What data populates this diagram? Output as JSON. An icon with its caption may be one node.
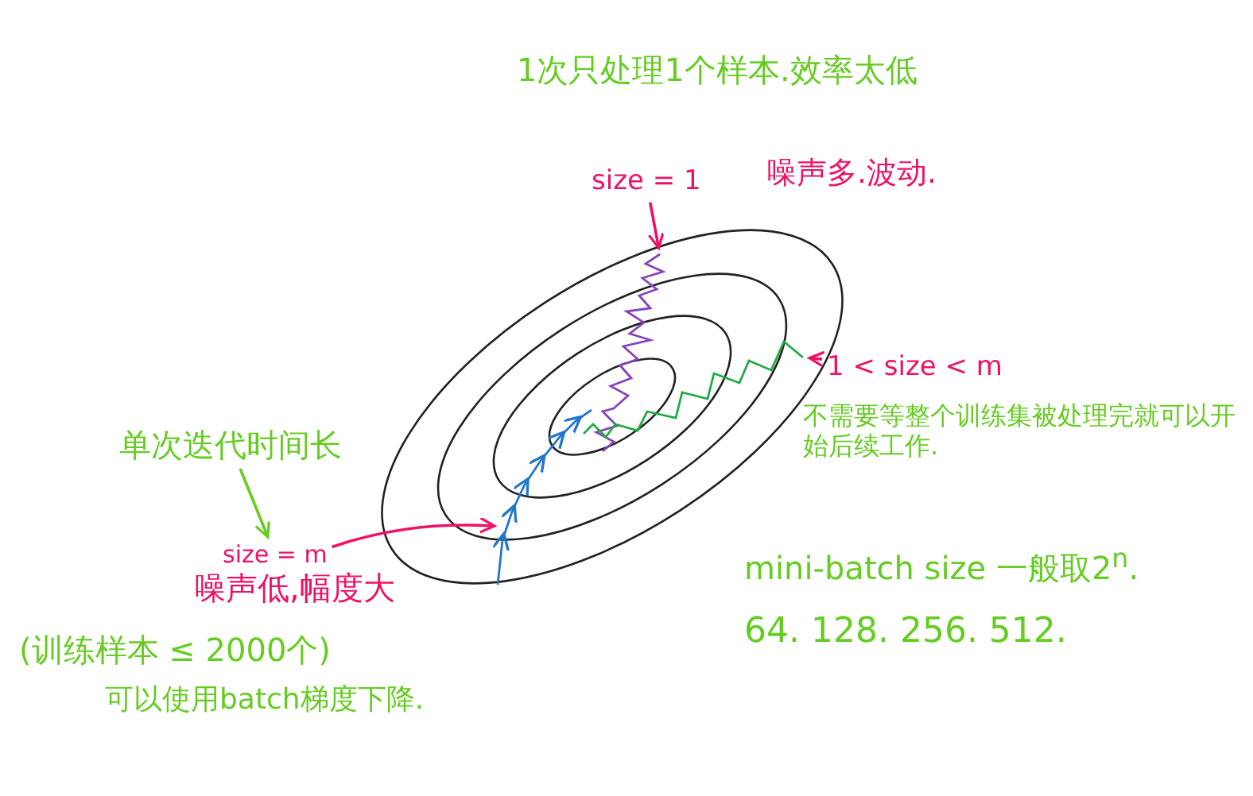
{
  "diagram": {
    "nodes": [
      {
        "text": [
          "size = 1"
        ]
      },
      {
        "text": [],
        "shape": "curve"
      },
      {
        "text": [
          "1 < size < m"
        ]
      },
      {
        "text": [],
        "shape": "curve"
      },
      {
        "text": [
          "单次迭代时间长"
        ]
      },
      {
        "text": [
          "size = m"
        ]
      },
      {
        "text": [],
        "shape": "curve"
      }
    ],
    "edges": [
      {
        "from": 0,
        "to": 1,
        "arrow": "to"
      },
      {
        "from": 2,
        "to": 3,
        "arrow": "to"
      },
      {
        "from": 4,
        "to": 5,
        "arrow": "to",
        "color": "#66cc22"
      },
      {
        "from": 5,
        "to": 6,
        "arrow": "to"
      }
    ],
    "labels": [
      "1次只处理1个样本.效率太低",
      "噪声多.波动.",
      "不需要等整个训练集被处理完就可以开始后续工作.",
      "mini-batch size 一般取2$^{n}$.",
      "64. 128. 256. 512.",
      "噪声低,幅度大",
      "(训练样本 ≤ 2000个)",
      "可以使用batch梯度下降."
    ]
  }
}
